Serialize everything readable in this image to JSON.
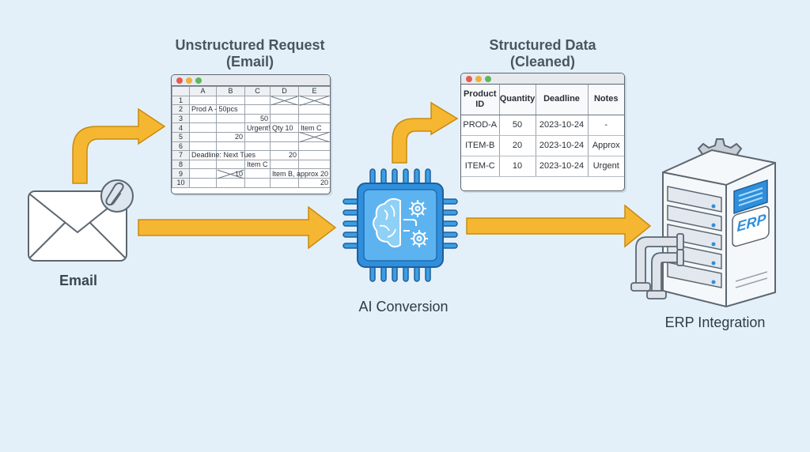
{
  "titles": {
    "unstructured": "Unstructured Request\n(Email)",
    "structured": "Structured Data\n(Cleaned)"
  },
  "labels": {
    "email": "Email",
    "ai": "AI Conversion",
    "erp_integration": "ERP Integration",
    "erp_badge": "ERP"
  },
  "sheet": {
    "columns": [
      "",
      "A",
      "B",
      "C",
      "D",
      "E"
    ],
    "rows": [
      [
        "1",
        "",
        "",
        "",
        "",
        ""
      ],
      [
        "2",
        "Prod A - 50pcs",
        "",
        "",
        "",
        ""
      ],
      [
        "3",
        "",
        "",
        "50",
        "",
        ""
      ],
      [
        "4",
        "",
        "",
        "Urgent!",
        "Qty 10",
        "Item C"
      ],
      [
        "5",
        "",
        "20",
        "",
        "",
        ""
      ],
      [
        "6",
        "",
        "",
        "",
        "",
        ""
      ],
      [
        "7",
        "Deadline: Next Tues",
        "",
        "",
        "20",
        ""
      ],
      [
        "8",
        "",
        "",
        "Item C",
        "",
        ""
      ],
      [
        "9",
        "",
        "10",
        "",
        "Item B, approx 20",
        ""
      ],
      [
        "10",
        "",
        "",
        "",
        "",
        "20"
      ]
    ]
  },
  "structured": {
    "headers": [
      "Product\nID",
      "Quantity",
      "Deadline",
      "Notes"
    ],
    "rows": [
      [
        "PROD-A",
        "50",
        "2023-10-24",
        "-"
      ],
      [
        "ITEM-B",
        "20",
        "2023-10-24",
        "Approx"
      ],
      [
        "ITEM-C",
        "10",
        "2023-10-24",
        "Urgent"
      ]
    ]
  },
  "colors": {
    "arrow": "#f5b731",
    "arrow_stroke": "#c98a10",
    "chip_blue": "#2f8fdc",
    "background": "#e4f0f9"
  }
}
